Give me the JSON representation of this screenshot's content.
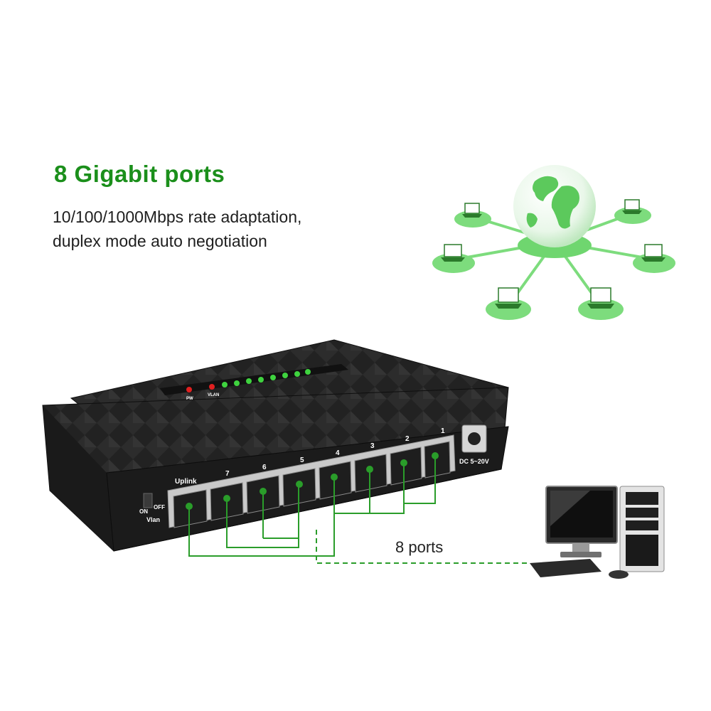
{
  "headline": "8 Gigabit ports",
  "description": [
    "10/100/1000Mbps rate adaptation,",
    "duplex mode auto negotiation"
  ],
  "device": {
    "port_labels": [
      "Uplink",
      "7",
      "6",
      "5",
      "4",
      "3",
      "2",
      "1"
    ],
    "dc_label": "DC 5~20V",
    "switch_on": "ON",
    "switch_off": "OFF",
    "vlan_label": "Vlan",
    "led_labels": [
      "PW",
      "VLAN"
    ]
  },
  "callout": "8 ports",
  "colors": {
    "accent": "#2a9d2a",
    "headline": "#1b8f1b",
    "network_green": "#6fd66f",
    "device_body": "#1c1c1c"
  }
}
